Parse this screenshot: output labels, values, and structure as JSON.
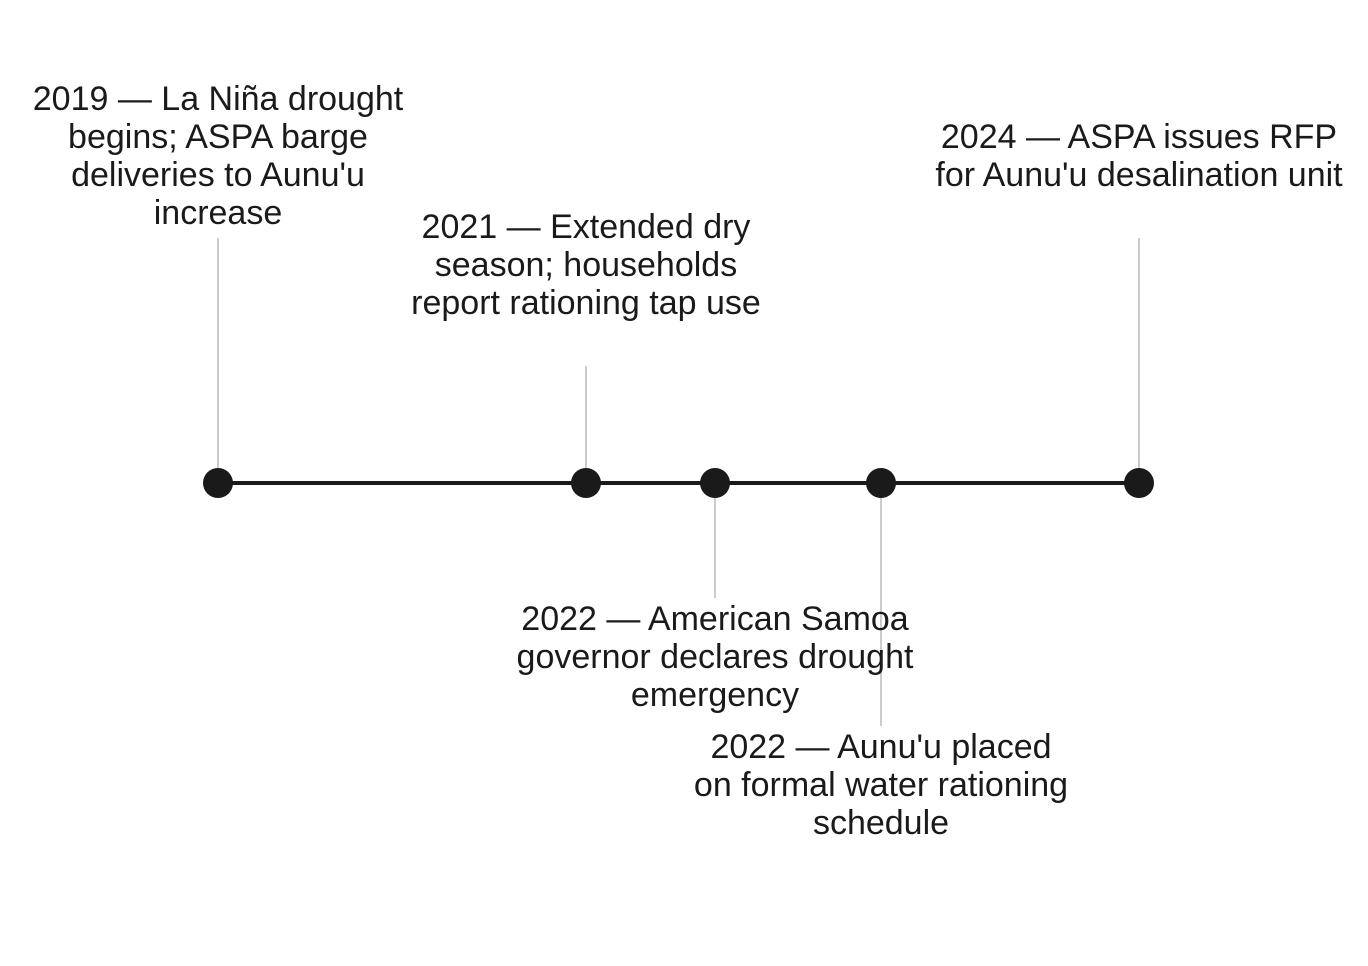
{
  "timeline": {
    "axis_color": "#1a1a1a",
    "connector_color": "#cccccc",
    "events": [
      {
        "label": "2019 — La Niña drought begins; ASPA barge deliveries to Aunu'u increase",
        "side": "above"
      },
      {
        "label": "2021 — Extended dry season; households report rationing tap use",
        "side": "above"
      },
      {
        "label": "2022 — American Samoa governor declares drought emergency",
        "side": "below"
      },
      {
        "label": "2022 — Aunu'u placed on formal water rationing schedule",
        "side": "below"
      },
      {
        "label": "2024 — ASPA issues RFP for Aunu'u desalination unit",
        "side": "above"
      }
    ]
  }
}
